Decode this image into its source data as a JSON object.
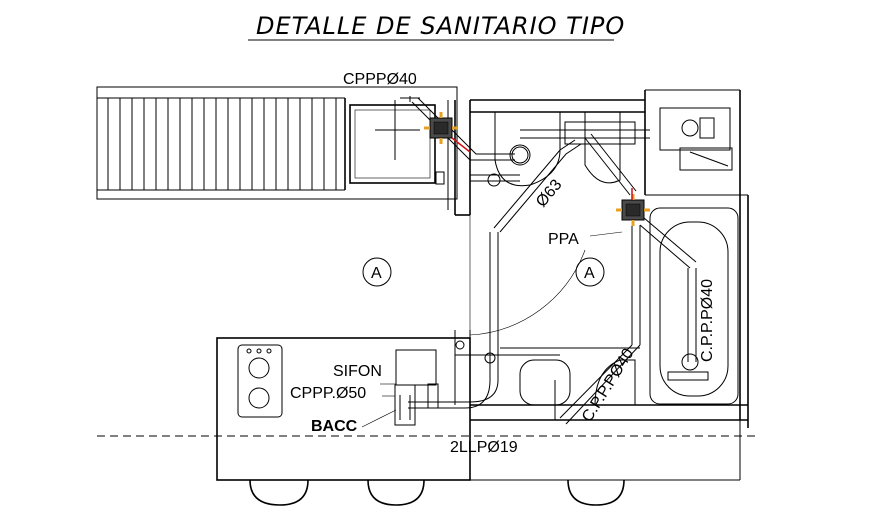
{
  "title": "DETALLE  DE  SANITARIO  TIPO",
  "labels": {
    "cppp_40": "CPPPØ40",
    "d63": "Ø63",
    "ppa": "PPA",
    "room_a1": "A",
    "room_a2": "A",
    "cpp_40_vertical": "C.P.P.PØ40",
    "cpp_40_diag": "C.P.P.PØ40",
    "sifon": "SIFON",
    "cppp_50": "CPPP.Ø50",
    "bacc": "BACC",
    "llp_19": "2LLPØ19"
  },
  "colors": {
    "line": "#000000",
    "accent_red": "#d01010",
    "accent_orange": "#e8a020",
    "background": "#ffffff"
  }
}
